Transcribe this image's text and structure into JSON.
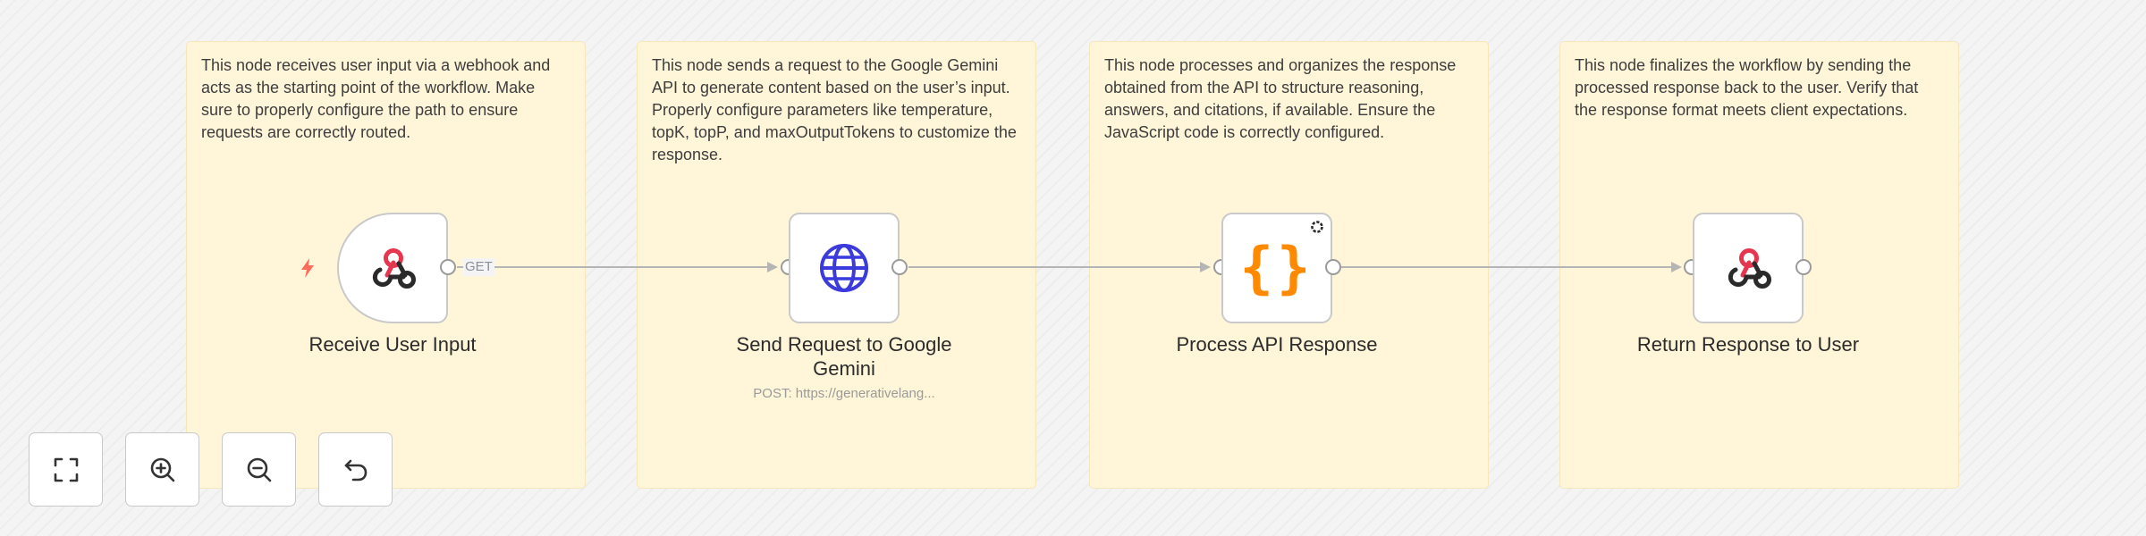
{
  "sticky_notes": [
    {
      "text": "This node receives user input via a webhook and acts as the starting point of the workflow. Make sure to properly configure the path to ensure requests are correctly routed."
    },
    {
      "text": "This node sends a request to the Google Gemini API to generate content based on the user’s input. Properly configure parameters like temperature, topK, topP, and maxOutputTokens to customize the response."
    },
    {
      "text": "This node processes and organizes the response obtained from the API to structure reasoning, answers, and citations, if available. Ensure the JavaScript code is correctly configured."
    },
    {
      "text": "This node finalizes the workflow by sending the processed response back to the user. Verify that the response format meets client expectations."
    }
  ],
  "nodes": [
    {
      "label": "Receive User Input",
      "icon": "webhook-icon",
      "subtitle": ""
    },
    {
      "label": "Send Request to Google Gemini",
      "icon": "globe-icon",
      "subtitle": "POST: https://generativelang..."
    },
    {
      "label": "Process API Response",
      "icon": "code-braces-icon",
      "subtitle": ""
    },
    {
      "label": "Return Response to User",
      "icon": "webhook-icon",
      "subtitle": ""
    }
  ],
  "edge_labels": {
    "webhook_method": "GET"
  },
  "code_icon_glyph": "{}",
  "colors": {
    "sticky_bg": "#fff5d8",
    "webhook_red": "#e5354f",
    "globe_blue": "#3b3bdc",
    "code_orange": "#ff8a00",
    "trigger_bolt": "#ff6d5a"
  },
  "canvas_controls": [
    {
      "name": "fit-view",
      "icon": "fit-view-icon"
    },
    {
      "name": "zoom-in",
      "icon": "zoom-in-icon"
    },
    {
      "name": "zoom-out",
      "icon": "zoom-out-icon"
    },
    {
      "name": "reset",
      "icon": "undo-icon"
    }
  ]
}
